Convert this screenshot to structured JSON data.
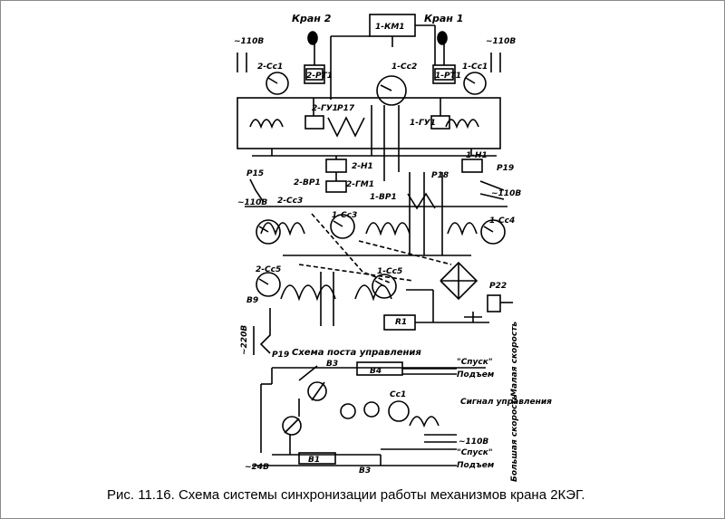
{
  "caption": "Рис. 11.16. Схема системы синхронизации работы механизмов крана 2КЭГ.",
  "diagram": {
    "headers": {
      "crane_2": "Кран 2",
      "crane_1": "Кран 1"
    },
    "supply": {
      "left_top": "~110В",
      "right_top": "~110В",
      "left_mid": "~110В",
      "right_mid": "~110В",
      "left_220": "~220В",
      "bottom_24": "~24В",
      "control_110": "~110В"
    },
    "components": {
      "k1": "1-КМ1",
      "cc2_left": "2-Сс1",
      "cc1_right": "1-Сс1",
      "cc2": "1-Сс2",
      "rt2": "2-РТ1",
      "rt1": "1-РТ1",
      "gy1": "2-ГУ1",
      "p17": "Р17",
      "gy1_right": "1-ГУ1",
      "h1_left": "2-Н1",
      "h1_right": "1-Н1",
      "gm1": "2-ГМ1",
      "p18": "Р18",
      "p19_right": "Р19",
      "p15": "Р15",
      "bp1": "2-ВР1",
      "cc3_left": "2-Сс3",
      "bp1_right": "1-ВР1",
      "cc3": "1-Сс3",
      "cc4": "1-Сс4",
      "cc5_left": "2-Сс5",
      "cc5": "1-Сс5",
      "p22": "Р22",
      "r1": "R1",
      "b9": "В9",
      "p19": "Р19",
      "b3": "В3",
      "b4": "В4",
      "b1": "В1",
      "b3b": "В3",
      "cc1": "Сс1"
    },
    "control_panel_title": "Схема поста управления",
    "signals": {
      "descent_top": "\"Спуск\"",
      "lift_top": "Подъем",
      "control_signal": "Сигнал управления",
      "descent_bottom": "\"Спуск\"",
      "lift_bottom": "Подъем"
    },
    "speed_labels": {
      "high": "Малая скорость",
      "low": "Большая скорость"
    }
  }
}
